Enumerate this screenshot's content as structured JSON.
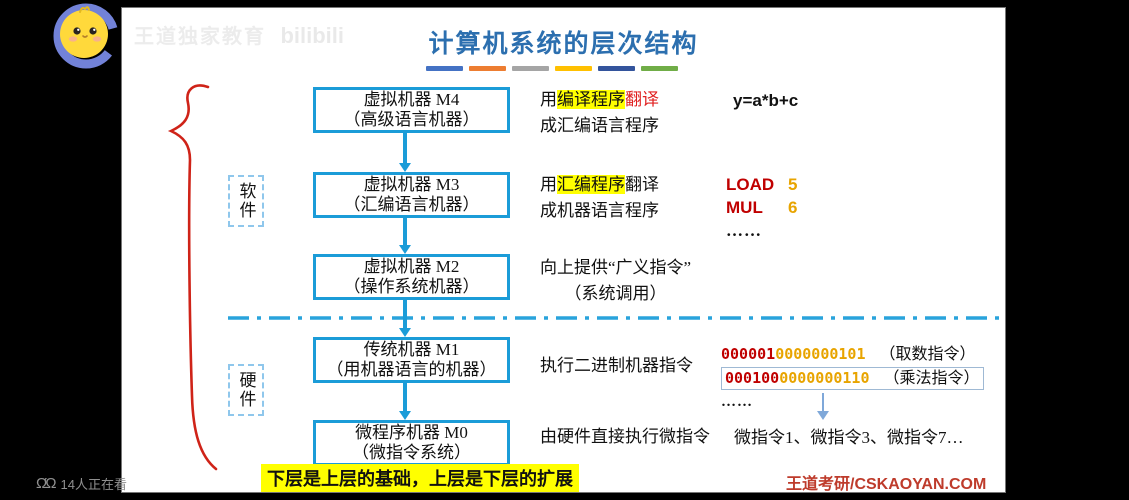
{
  "stage": {
    "background": "#000000"
  },
  "watermark": {
    "text": "王道独家教育",
    "logo": "bilibili"
  },
  "viewers": {
    "icon": "watching-eyes",
    "text": "14人正在看"
  },
  "slide": {
    "title": "计算机系统的层次结构",
    "accent_bars": [
      "#4472C4",
      "#ED7D31",
      "#A5A5A5",
      "#FFC000",
      "#33549C",
      "#70AD47"
    ],
    "side_labels": {
      "software": "软件",
      "hardware": "硬件"
    },
    "layers": [
      {
        "line1": "虚拟机器 M4",
        "line2": "（高级语言机器）"
      },
      {
        "line1": "虚拟机器 M3",
        "line2": "（汇编语言机器）"
      },
      {
        "line1": "虚拟机器 M2",
        "line2": "（操作系统机器）"
      },
      {
        "line1": "传统机器 M1",
        "line2": "（用机器语言的机器）"
      },
      {
        "line1": "微程序机器 M0",
        "line2": "（微指令系统）"
      }
    ],
    "notes": {
      "m4": {
        "pre": "用",
        "hl": "编译程序",
        "em": "翻译",
        "line2": "成汇编语言程序"
      },
      "m3": {
        "pre": "用",
        "hl": "汇编程序",
        "post": "翻译",
        "line2": "成机器语言程序"
      },
      "m2": {
        "line1": "向上提供“广义指令”",
        "line2": "（系统调用）"
      },
      "m1": "执行二进制机器指令",
      "m0": "由硬件直接执行微指令"
    },
    "examples": {
      "m4_code": "y=a*b+c",
      "m3_asm": [
        {
          "op": "LOAD",
          "val": "5"
        },
        {
          "op": "MUL",
          "val": "6"
        }
      ],
      "m3_ellipsis": "……",
      "m1_binary": [
        {
          "op": "000001",
          "operand": "0000000101",
          "label": "（取数指令）"
        },
        {
          "op": "000100",
          "operand": "0000000110",
          "label": "（乘法指令）"
        }
      ],
      "m1_ellipsis": "……",
      "m0_micro": "微指令1、微指令3、微指令7…"
    },
    "footer_note": "下层是上层的基础，上层是下层的扩展",
    "brand": "王道考研/CSKAOYAN.COM",
    "colors": {
      "box_border": "#1B9CD8",
      "title": "#2C6FAF",
      "highlight": "#FFFF00",
      "red_text": "#E02020",
      "dark_red": "#C00000",
      "orange_digit": "#E8A400",
      "dash_line": "#29A3DC",
      "brace": "#CF2318",
      "brand_red": "#BE3B2B"
    }
  }
}
